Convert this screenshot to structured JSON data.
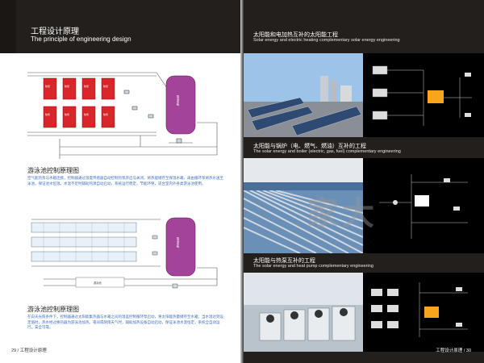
{
  "left_page": {
    "header_title_cn": "工程设计原理",
    "header_title_en": "The principle of engineering design",
    "pool1_title": "游泳池控制原理图",
    "pool1_desc": "空气能热泵与水箱连接，控制器通过温度传感器自动控制热泵开启与关闭，将热能储存至保温水箱，再由循环泵将热水送至泳池，保证池水恒温。水温不足时辅助热源自动启动，系统运行稳定，节能环保，适合室内外各类游泳池使用。",
    "pool2_title": "游泳池控制原理图",
    "pool2_desc": "在白天光照条件下，控制器通过太阳能集热器与水箱之间的温差控制循环泵启动，将太阳能热量储存至水箱；当水温达到设定值时，热水经过换热器为游泳池加热。夜间或阴雨天气时，辅助加热设备自动启动，保证泳池水温恒定，系统全自动运行，安全可靠。",
    "page_number": "29 / 工程设计原理",
    "diagram1_tank_label": "恒温水箱",
    "diagram1_unit_label": "热泵机组",
    "diagram2_tank_label": "恒温水箱",
    "diagram2_pool_label": "游泳池"
  },
  "right_page": {
    "sections": [
      {
        "title_cn": "太阳能和电加热互补的太阳能工程",
        "title_en": "Solar energy and electric heating complementary solar energy engineering"
      },
      {
        "title_cn": "太阳能与锅炉（电、燃气、燃油）互补的工程",
        "title_en": "The solar energy and boiler (electric, gas, fuel) complementary engineering"
      },
      {
        "title_cn": "太阳能与热泵互补的工程",
        "title_en": "The solar energy and heat pump complementary engineering"
      }
    ],
    "watermark": "家大",
    "page_number": "工程设计原理 / 30"
  },
  "colors": {
    "dark_bg": "#231f1c",
    "unit_red": "#d9262b",
    "tank_purple": "#a3449b",
    "desc_blue": "#3b6fbf",
    "accent_orange": "#f7a51c"
  }
}
